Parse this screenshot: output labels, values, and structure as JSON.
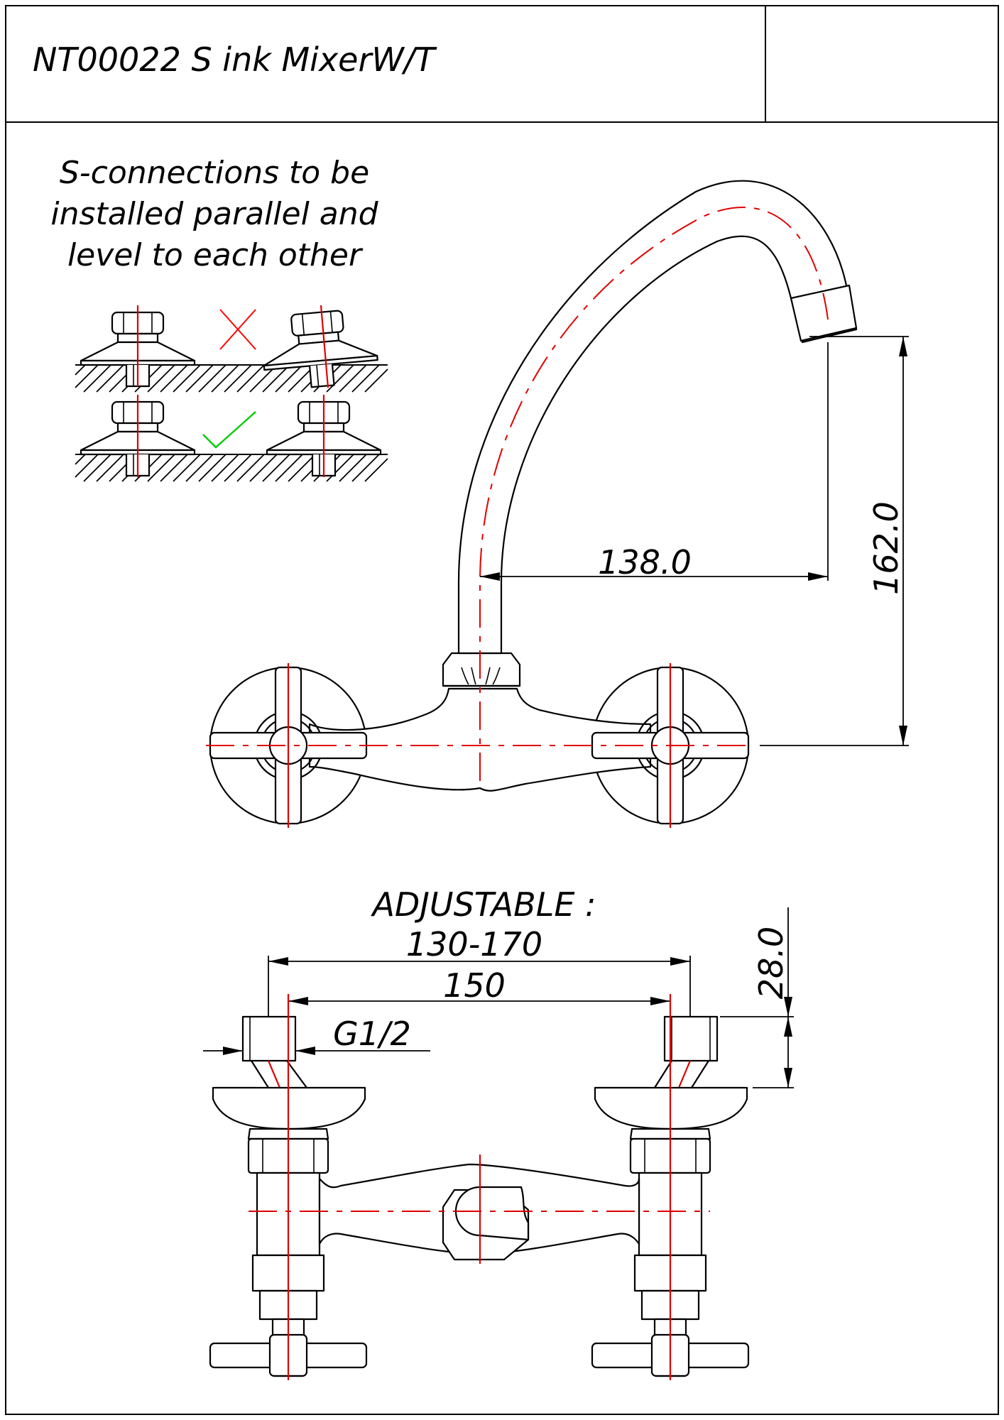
{
  "title_block": {
    "title": "NT00022 S ink MixerW/T",
    "right_cell": ""
  },
  "note": {
    "lines": [
      "S-connections to be",
      "installed parallel and",
      "level to each other"
    ]
  },
  "symbols": {
    "wrong_mark_color": "#ff0000",
    "right_mark_color": "#00cc00",
    "wrong_mark": "cross-icon",
    "right_mark": "check-icon"
  },
  "dimensions": {
    "spout_reach": "138.0",
    "spout_height": "162.0",
    "adjustable_label": "ADJUSTABLE :",
    "adjustable_range": "130-170",
    "centers": "150",
    "thread": "G1/2",
    "connector_height": "28.0"
  },
  "colors": {
    "line": "#000000",
    "centerline": "#e00000"
  }
}
